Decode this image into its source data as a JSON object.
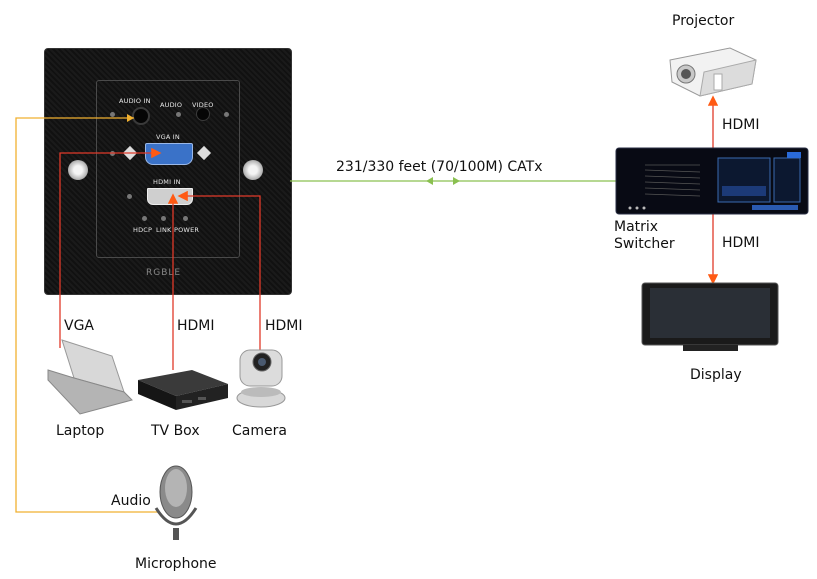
{
  "panel": {
    "audio_in": "AUDIO IN",
    "audio": "AUDIO",
    "video": "VIDEO",
    "vga_in": "VGA IN",
    "hdmi_in": "HDMI IN",
    "hdcp": "HDCP",
    "link": "LINK",
    "power": "POWER",
    "brand": "RGBLE"
  },
  "links": {
    "catx": "231/330 feet (70/100M) CATx",
    "vga": "VGA",
    "hdmi_tv": "HDMI",
    "hdmi_cam": "HDMI",
    "hdmi_projector": "HDMI",
    "hdmi_display": "HDMI",
    "audio": "Audio"
  },
  "devices": {
    "projector": "Projector",
    "matrix_line1": "Matrix",
    "matrix_line2": "Switcher",
    "display": "Display",
    "laptop": "Laptop",
    "tvbox": "TV Box",
    "camera": "Camera",
    "microphone": "Microphone"
  },
  "colors": {
    "vga_line": "#e03a2a",
    "hdmi_line": "#e03a2a",
    "audio_line": "#f0b030",
    "catx_line": "#8ac050",
    "arrow": "#ff5a14"
  }
}
